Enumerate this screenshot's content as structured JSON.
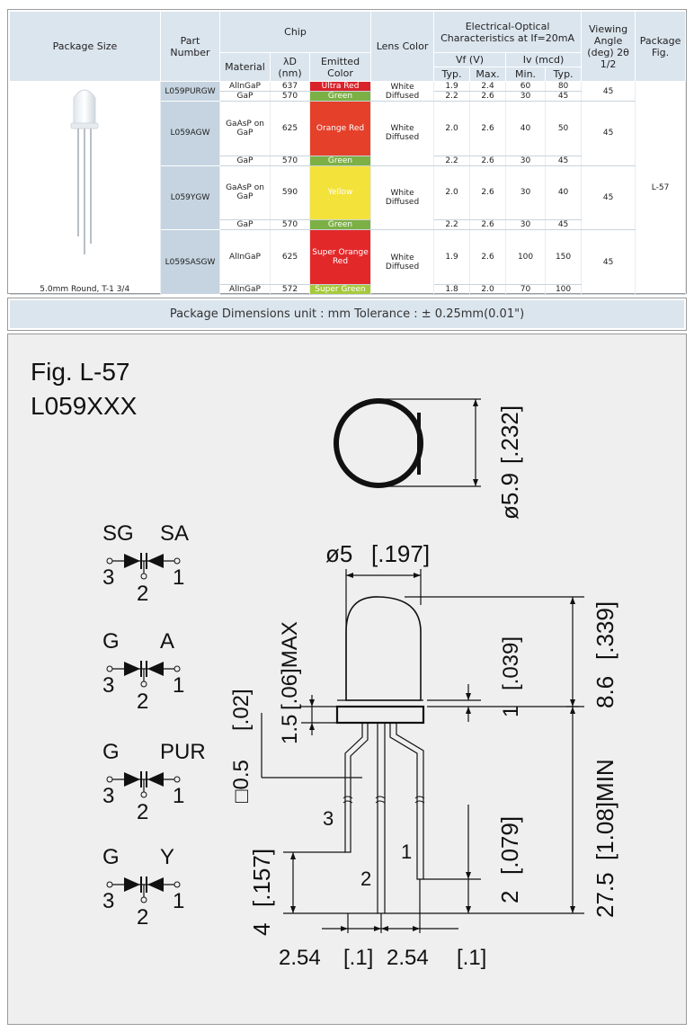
{
  "spec_table": {
    "headers": {
      "package_size": "Package Size",
      "part_number": "Part Number",
      "chip": "Chip",
      "material": "Material",
      "wavelength": "λD (nm)",
      "emitted_color": "Emitted Color",
      "lens_color": "Lens Color",
      "electro_optical": "Electrical-Optical Characteristics at If=20mA",
      "vf": "Vf (V)",
      "iv": "Iv (mcd)",
      "typ": "Typ.",
      "max": "Max.",
      "min": "Min.",
      "typ2": "Typ.",
      "viewing_angle": "Viewing Angle (deg) 2θ 1/2",
      "package_fig": "Package Fig."
    },
    "package_label": "5.0mm Round, T-1 3/4",
    "package_fig_value": "L-57",
    "groups": [
      {
        "part": "L059PURGW",
        "lens": "White Diffused",
        "angle": "45",
        "rows": [
          {
            "material": "AlInGaP",
            "wl": "637",
            "color": "Ultra Red",
            "bg": "#d9222a",
            "fg": "#ffffff",
            "vf_typ": "1.9",
            "vf_max": "2.4",
            "iv_min": "60",
            "iv_typ": "80"
          },
          {
            "material": "GaP",
            "wl": "570",
            "color": "Green",
            "bg": "#7cb044",
            "fg": "#ffffff",
            "vf_typ": "2.2",
            "vf_max": "2.6",
            "iv_min": "30",
            "iv_typ": "45"
          }
        ]
      },
      {
        "part": "L059AGW",
        "lens": "White Diffused",
        "angle": "45",
        "rows": [
          {
            "material": "GaAsP on GaP",
            "wl": "625",
            "color": "Orange Red",
            "bg": "#e4402a",
            "fg": "#ffffff",
            "vf_typ": "2.0",
            "vf_max": "2.6",
            "iv_min": "40",
            "iv_typ": "50"
          },
          {
            "material": "GaP",
            "wl": "570",
            "color": "Green",
            "bg": "#7cb044",
            "fg": "#ffffff",
            "vf_typ": "2.2",
            "vf_max": "2.6",
            "iv_min": "30",
            "iv_typ": "45"
          }
        ]
      },
      {
        "part": "L059YGW",
        "lens": "White Diffused",
        "angle": "45",
        "rows": [
          {
            "material": "GaAsP on GaP",
            "wl": "590",
            "color": "Yellow",
            "bg": "#f3e23a",
            "fg": "#ffffff",
            "vf_typ": "2.0",
            "vf_max": "2.6",
            "iv_min": "30",
            "iv_typ": "40"
          },
          {
            "material": "GaP",
            "wl": "570",
            "color": "Green",
            "bg": "#7cb044",
            "fg": "#ffffff",
            "vf_typ": "2.2",
            "vf_max": "2.6",
            "iv_min": "30",
            "iv_typ": "45"
          }
        ]
      },
      {
        "part": "L059SASGW",
        "lens": "White Diffused",
        "angle": "45",
        "rows": [
          {
            "material": "AlInGaP",
            "wl": "625",
            "color": "Super Orange Red",
            "bg": "#e3282a",
            "fg": "#ffffff",
            "vf_typ": "1.9",
            "vf_max": "2.6",
            "iv_min": "100",
            "iv_typ": "150"
          },
          {
            "material": "AlInGaP",
            "wl": "572",
            "color": "Super Green",
            "bg": "#a6c93c",
            "fg": "#ffffff",
            "vf_typ": "1.8",
            "vf_max": "2.0",
            "iv_min": "70",
            "iv_typ": "100"
          }
        ]
      }
    ]
  },
  "dimensions_bar": "Package Dimensions   unit : mm  Tolerance : ± 0.25mm(0.01\")",
  "figure": {
    "fig_label": "Fig. L-57",
    "part_label": "L059XXX",
    "dia_59": "ø5.9",
    "dia_59_in": "[.232]",
    "dia_5": "ø5",
    "dia_5_in": "[.197]",
    "flange_max": "1.5",
    "flange_max_in": "[.06]MAX",
    "lead_sq": "□0.5",
    "lead_sq_in": "[.02]",
    "dim_1": "1",
    "dim_1_in": "[.039]",
    "dim_86": "8.6",
    "dim_86_in": "[.339]",
    "dim_275": "27.5",
    "dim_275_in": "[1.08]MIN",
    "dim_2": "2",
    "dim_2_in": "[.079]",
    "dim_4": "4",
    "dim_4_in": "[.157]",
    "pitch_a": "2.54",
    "pitch_a_in": "[.1]",
    "pitch_b": "2.54",
    "pitch_b_in": "[.1]",
    "pin_1": "1",
    "pin_2": "2",
    "pin_3": "3",
    "schematics": [
      {
        "left": "SG",
        "right": "SA"
      },
      {
        "left": "G",
        "right": "A"
      },
      {
        "left": "G",
        "right": "PUR"
      },
      {
        "left": "G",
        "right": "Y"
      }
    ],
    "sch_pin_3": "3",
    "sch_pin_2": "2",
    "sch_pin_1": "1"
  }
}
